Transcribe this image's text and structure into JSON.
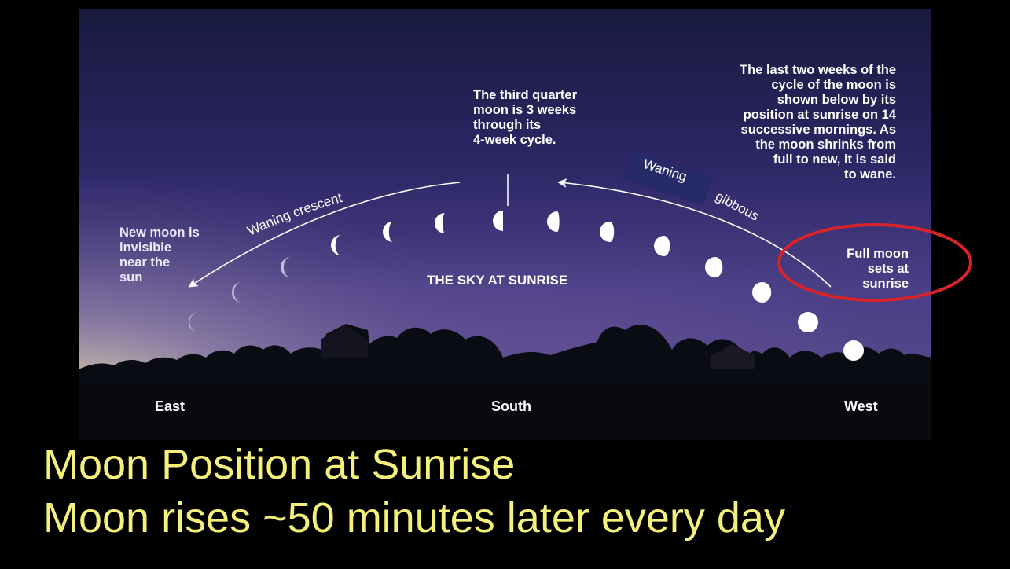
{
  "diagram": {
    "sky_label": "THE SKY AT SUNRISE",
    "third_quarter_note": "The third quarter\nmoon is 3 weeks\nthrough its\n4-week cycle.",
    "cycle_note": "The last two weeks of the\ncycle of the moon is\nshown below by its\nposition at sunrise on 14\nsuccessive mornings. As\nthe moon shrinks from\nfull to new, it is said\nto wane.",
    "new_moon_note": "New moon is\ninvisible\nnear the\nsun",
    "full_moon_note": "Full moon\nsets at\nsunrise",
    "waning_crescent_label": "Waning crescent",
    "waning_label": "Waning",
    "gibbous_label": "gibbous",
    "directions": {
      "east": "East",
      "south": "South",
      "west": "West"
    },
    "moon_phase_count": 14,
    "highlight_color": "#d8232a"
  },
  "caption": {
    "line1": "Moon Position at Sunrise",
    "line2": "Moon rises ~50 minutes later every day"
  },
  "colors": {
    "caption": "#f4f07a",
    "sky_top": "#1b1a45",
    "horizon_glow": "#e8e09a"
  }
}
